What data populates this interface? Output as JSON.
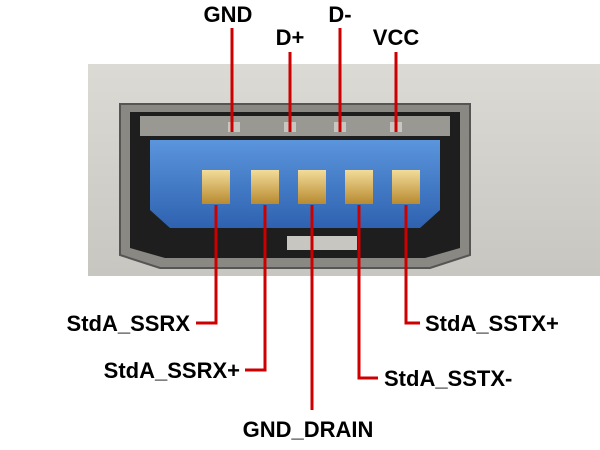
{
  "title": "USB 3.0 Standard-A connector pinout",
  "colors": {
    "leader_line": "#cc0000",
    "tongue": "#3a78c8",
    "pin": "#d8b15a",
    "panel": "#d4d2cc"
  },
  "top_labels": [
    "GND",
    "D+",
    "D-",
    "VCC"
  ],
  "bottom_labels": {
    "ssrx_minus": "StdA_SSRX",
    "ssrx_plus": "StdA_SSRX+",
    "gnd_drain": "GND_DRAIN",
    "sstx_minus": "StdA_SSTX-",
    "sstx_plus": "StdA_SSTX+"
  }
}
